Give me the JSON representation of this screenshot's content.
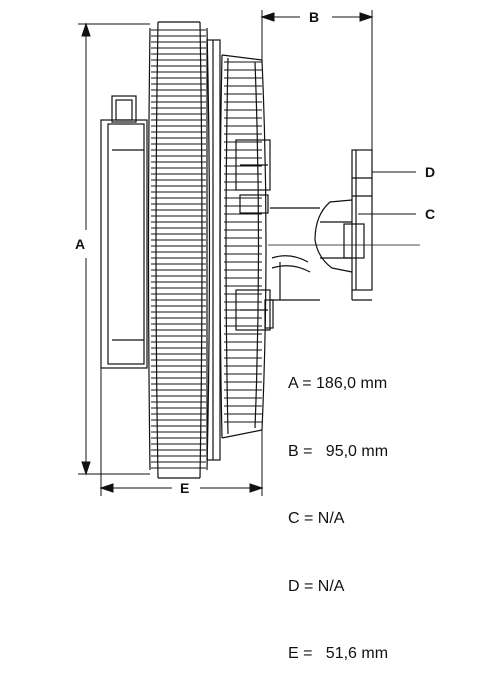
{
  "dimension_letters": {
    "a": "A",
    "b": "B",
    "c": "C",
    "d": "D",
    "e": "E"
  },
  "specs": [
    {
      "text": "A = 186,0 mm"
    },
    {
      "text": "B =   95,0 mm"
    },
    {
      "text": "C = N/A"
    },
    {
      "text": "D = N/A"
    },
    {
      "text": "E =   51,6 mm"
    }
  ],
  "colors": {
    "line": "#111111",
    "background": "#ffffff"
  }
}
